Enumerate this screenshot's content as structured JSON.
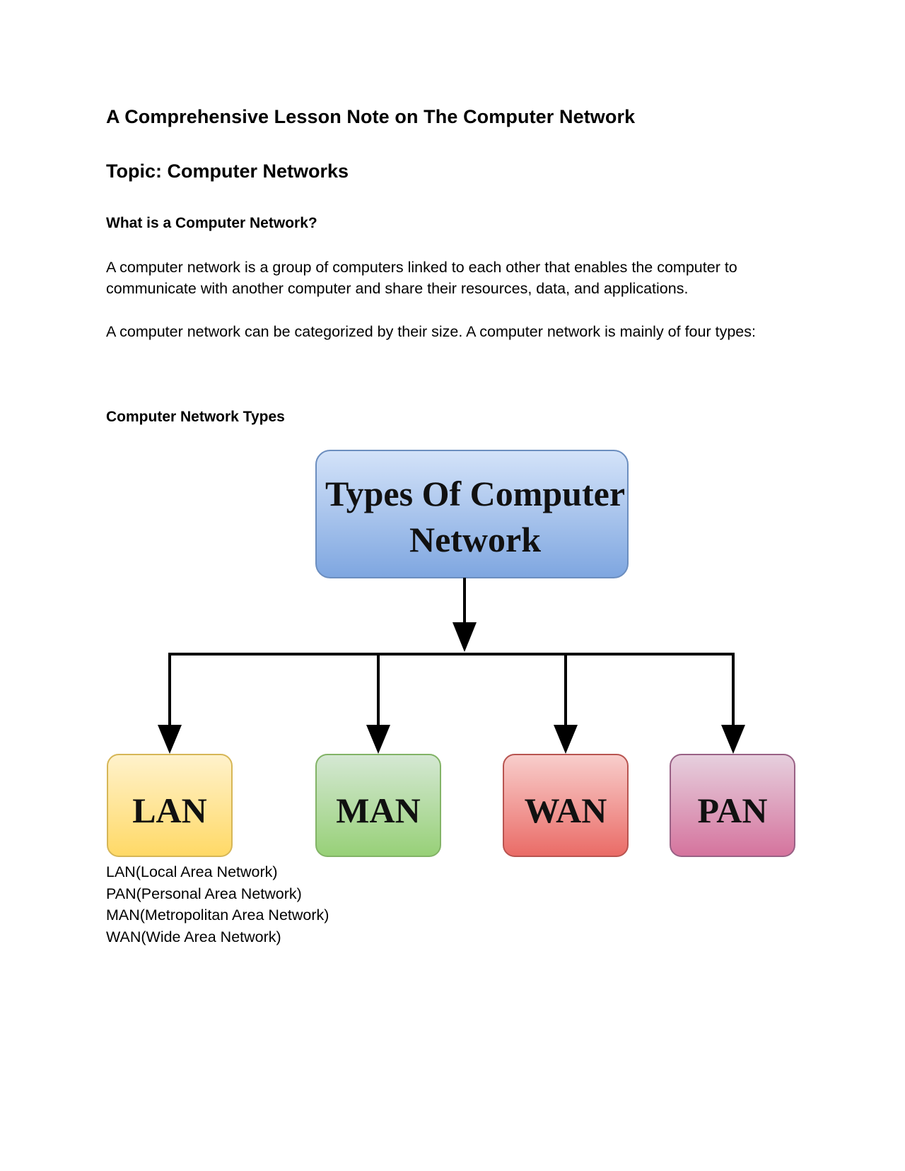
{
  "document": {
    "title": "A Comprehensive Lesson Note on The Computer Network",
    "topic": "Topic: Computer Networks",
    "section_heading": "What is a Computer Network?",
    "paragraphs": [
      "A computer network is a group of computers linked to each other that enables the computer to communicate with another computer and share their resources, data, and applications.",
      "A computer network can be categorized by their size. A computer network is mainly of four types:"
    ],
    "types_heading": "Computer Network Types"
  },
  "diagram": {
    "root": {
      "line1": "Types Of Computer",
      "line2": "Network",
      "colors": {
        "top": "#d4e3f9",
        "bottom": "#7ea6e0",
        "border": "#6c8ebf"
      }
    },
    "children": [
      {
        "label": "LAN",
        "colors": {
          "top": "#fff2cc",
          "bottom": "#ffd966",
          "border": "#d6b656"
        }
      },
      {
        "label": "MAN",
        "colors": {
          "top": "#d5e8d4",
          "bottom": "#97d077",
          "border": "#82b366"
        }
      },
      {
        "label": "WAN",
        "colors": {
          "top": "#f8cecc",
          "bottom": "#ea6b66",
          "border": "#b85450"
        }
      },
      {
        "label": "PAN",
        "colors": {
          "top": "#e6d0de",
          "bottom": "#d5739d",
          "border": "#996185"
        }
      }
    ]
  },
  "abbreviations": [
    "LAN(Local Area Network)",
    "PAN(Personal Area Network)",
    "MAN(Metropolitan Area Network)",
    "WAN(Wide Area Network)"
  ]
}
